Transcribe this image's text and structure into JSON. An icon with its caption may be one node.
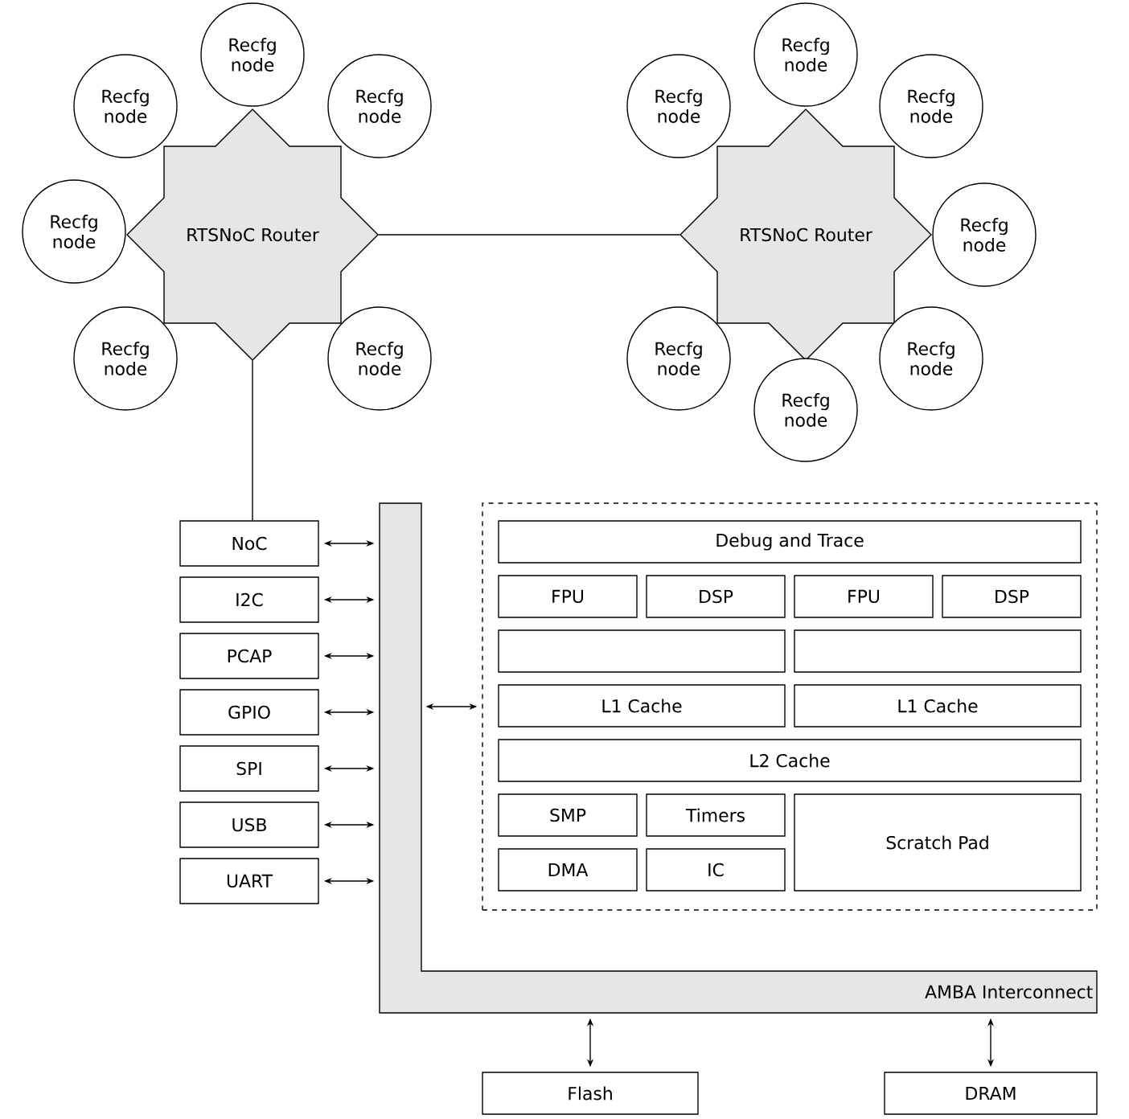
{
  "diagram": {
    "nodes": [
      {
        "text": [
          "RTSNoC Router"
        ]
      },
      {
        "text": [
          "Recfg node"
        ]
      },
      {
        "text": [
          "Recfg node"
        ]
      },
      {
        "text": [
          "Recfg node"
        ]
      },
      {
        "text": [
          "Recfg node"
        ]
      },
      {
        "text": [
          "Recfg node"
        ]
      },
      {
        "text": [
          "Recfg node"
        ]
      },
      {
        "text": [
          "RTSNoC Router"
        ]
      },
      {
        "text": [
          "Recfg node"
        ]
      },
      {
        "text": [
          "Recfg node"
        ]
      },
      {
        "text": [
          "Recfg node"
        ]
      },
      {
        "text": [
          "Recfg node"
        ]
      },
      {
        "text": [
          "Recfg node"
        ]
      },
      {
        "text": [
          "Recfg node"
        ]
      },
      {
        "text": [
          "Recfg node"
        ]
      },
      {
        "text": [
          "NoC"
        ]
      },
      {
        "text": [
          "I2C"
        ]
      },
      {
        "text": [
          "PCAP"
        ]
      },
      {
        "text": [
          "GPIO"
        ]
      },
      {
        "text": [
          "SPI"
        ]
      },
      {
        "text": [
          "USB"
        ]
      },
      {
        "text": [
          "UART"
        ]
      },
      {
        "text": [
          "AMBA Interconnect"
        ]
      },
      {
        "text": [],
        "shape": "box"
      },
      {
        "text": [
          "Debug and Trace"
        ],
        "in": 23
      },
      {
        "text": [
          "FPU"
        ],
        "in": 23
      },
      {
        "text": [
          "DSP"
        ],
        "in": 23
      },
      {
        "text": [
          "FPU"
        ],
        "in": 23
      },
      {
        "text": [
          "DSP"
        ],
        "in": 23
      },
      {
        "text": [],
        "shape": "box",
        "in": 23
      },
      {
        "text": [],
        "shape": "box",
        "in": 23
      },
      {
        "text": [
          "L1 Cache"
        ],
        "in": 23
      },
      {
        "text": [
          "L1 Cache"
        ],
        "in": 23
      },
      {
        "text": [
          "L2 Cache"
        ],
        "in": 23
      },
      {
        "text": [
          "SMP"
        ],
        "in": 23
      },
      {
        "text": [
          "Timers"
        ],
        "in": 23
      },
      {
        "text": [
          "DMA"
        ],
        "in": 23
      },
      {
        "text": [
          "IC"
        ],
        "in": 23
      },
      {
        "text": [
          "Scratch Pad"
        ],
        "in": 23
      },
      {
        "text": [
          "Flash"
        ]
      },
      {
        "text": [
          "DRAM"
        ]
      }
    ],
    "edges": [
      {
        "from": 0,
        "to": 7,
        "arrow": "none"
      },
      {
        "from": 0,
        "to": 15,
        "arrow": "none"
      },
      {
        "from": 15,
        "to": 22,
        "arrow": "both"
      },
      {
        "from": 16,
        "to": 22,
        "arrow": "both"
      },
      {
        "from": 17,
        "to": 22,
        "arrow": "both"
      },
      {
        "from": 18,
        "to": 22,
        "arrow": "both"
      },
      {
        "from": 19,
        "to": 22,
        "arrow": "both"
      },
      {
        "from": 20,
        "to": 22,
        "arrow": "both"
      },
      {
        "from": 21,
        "to": 22,
        "arrow": "both"
      },
      {
        "from": 22,
        "to": 23,
        "arrow": "both"
      },
      {
        "from": 22,
        "to": 39,
        "arrow": "both"
      },
      {
        "from": 22,
        "to": 40,
        "arrow": "both"
      }
    ]
  }
}
